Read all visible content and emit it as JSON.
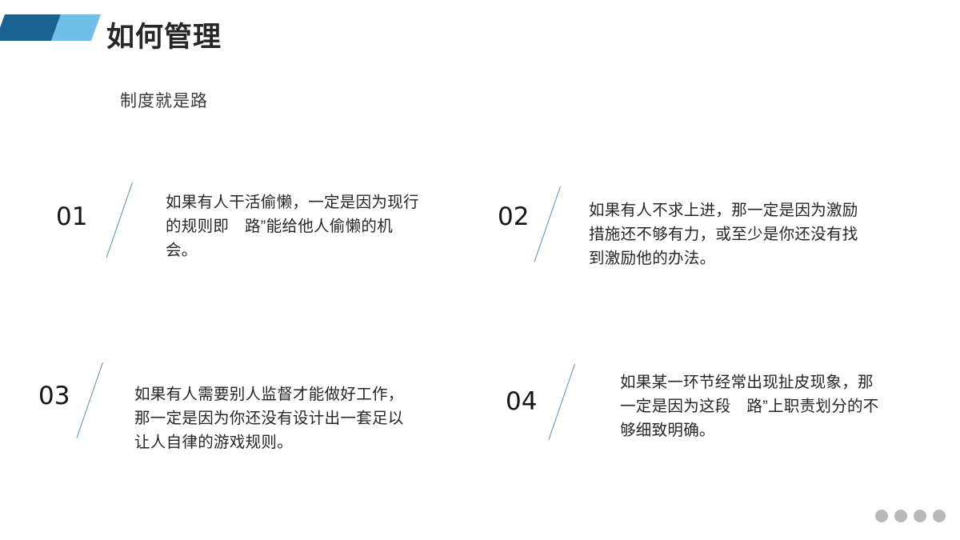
{
  "header": {
    "title": "如何管理",
    "subtitle": "制度就是路",
    "banner_dark_color": "#1a6290",
    "banner_light_color": "#6fc0e8"
  },
  "items": [
    {
      "number": "01",
      "text": "如果有人干活偷懒，一定是因为现行的规则即　路”能给他人偷懒的机会。"
    },
    {
      "number": "02",
      "text": "如果有人不求上进，那一定是因为激励措施还不够有力，或至少是你还没有找到激励他的办法。"
    },
    {
      "number": "03",
      "text": "如果有人需要别人监督才能做好工作，那一定是因为你还没有设计出一套足以让人自律的游戏规则。"
    },
    {
      "number": "04",
      "text": "如果某一环节经常出现扯皮现象，那一定是因为这段　路”上职责划分的不够细致明确。"
    }
  ],
  "pagination": {
    "dots": [
      "dot-1",
      "dot-2",
      "dot-3",
      "dot-4"
    ],
    "dot_color": "#b9b9b9"
  }
}
